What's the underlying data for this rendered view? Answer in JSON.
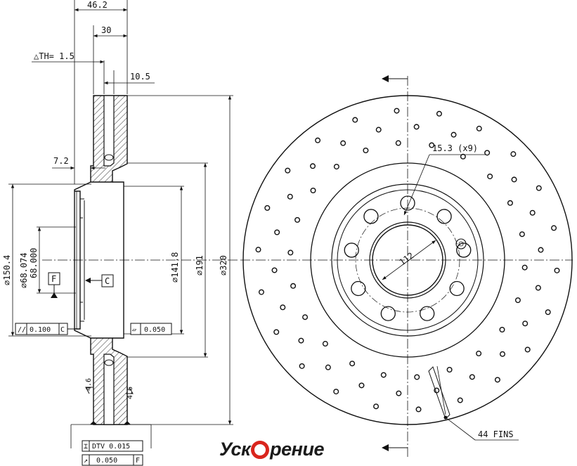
{
  "dimensions": {
    "overall_thickness": "46.2",
    "disc_thickness": "30",
    "min_thickness": "△TH= 1.5",
    "cheek": "10.5",
    "offset": "7.2",
    "dia_150": "⌀150.4",
    "dia_68074": "⌀68.074",
    "dia_68000": "68.000",
    "dia_141": "⌀141.8",
    "dia_191": "⌀191",
    "dia_320": "⌀320",
    "hole": "15.3 (x9)",
    "pcd": "112",
    "fins": "44 FINS"
  },
  "datums": {
    "f": "F",
    "c": "C"
  },
  "tolerances": {
    "parallel": {
      "symbol": "//",
      "value": "0.100",
      "datum": "C"
    },
    "flatness": {
      "symbol": "▱",
      "value": "0.050"
    },
    "dtv": {
      "symbol": "⌶",
      "label": "DTV 0.015"
    },
    "runout": {
      "symbol": "↗",
      "value": "0.050",
      "datum": "F"
    }
  },
  "surface_marks": {
    "left": "4.6",
    "right": "4.6"
  },
  "brand": {
    "part1": "Уск",
    "part2": "рение",
    "accent": "#d9251d"
  }
}
